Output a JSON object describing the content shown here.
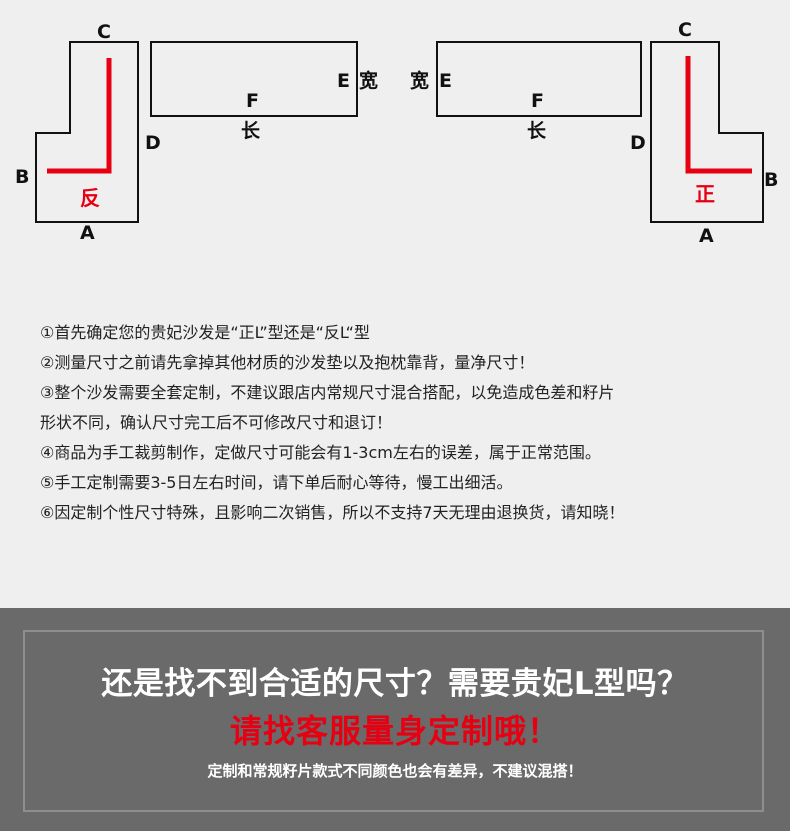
{
  "diagram": {
    "left": {
      "top_label": "C",
      "side_label": "B",
      "bottom_label": "A",
      "inner_label": "D",
      "orientation_label": "反",
      "back_end_label": "E",
      "back_width_label": "宽",
      "back_length_label": "F",
      "back_length_caption": "长"
    },
    "right": {
      "top_label": "C",
      "side_label": "B",
      "bottom_label": "A",
      "inner_label": "D",
      "orientation_label": "正",
      "back_end_label": "E",
      "back_width_label": "宽",
      "back_length_label": "F",
      "back_length_caption": "长"
    }
  },
  "notes": [
    "①首先确定您的贵妃沙发是“正L”型还是“反L“型",
    "②测量尺寸之前请先拿掉其他材质的沙发垫以及抱枕靠背，量净尺寸！",
    "③整个沙发需要全套定制，不建议跟店内常规尺寸混合搭配，以免造成色差和籽片",
    "形状不同，确认尺寸完工后不可修改尺寸和退订！",
    "④商品为手工裁剪制作，定做尺寸可能会有1-3cm左右的误差，属于正常范围。",
    "⑤手工定制需要3-5日左右时间，请下单后耐心等待，慢工出细活。",
    "⑥因定制个性尺寸特殊，且影响二次销售，所以不支持7天无理由退换货，请知晓！"
  ],
  "banner": {
    "headline": "还是找不到合适的尺寸？需要贵妃L型吗？",
    "cta": "请找客服量身定制哦！",
    "footnote": "定制和常规籽片款式不同颜色也会有差异，不建议混搭！"
  },
  "colors": {
    "background": "#efefef",
    "accent_red": "#e60012",
    "banner_bg": "#6a6a6a",
    "outline": "#111111"
  }
}
